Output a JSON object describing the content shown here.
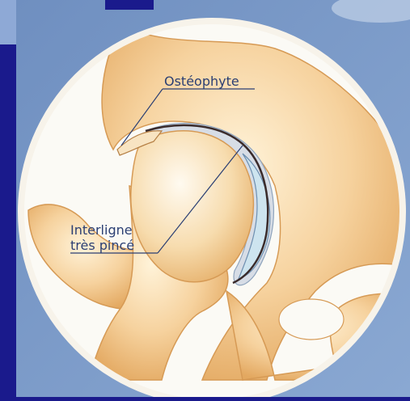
{
  "annotations": {
    "osteophyte": "Ostéophyte",
    "interligne_line1": "Interligne",
    "interligne_line2": "très pincé"
  },
  "colors": {
    "slide_background": "#1a1a8c",
    "panel_background": "#7d9cc8",
    "bone": "#f3c98e",
    "bone_shadow": "#e0a85c",
    "cartilage": "#cfe3ec",
    "label_text": "#2b3f73"
  }
}
